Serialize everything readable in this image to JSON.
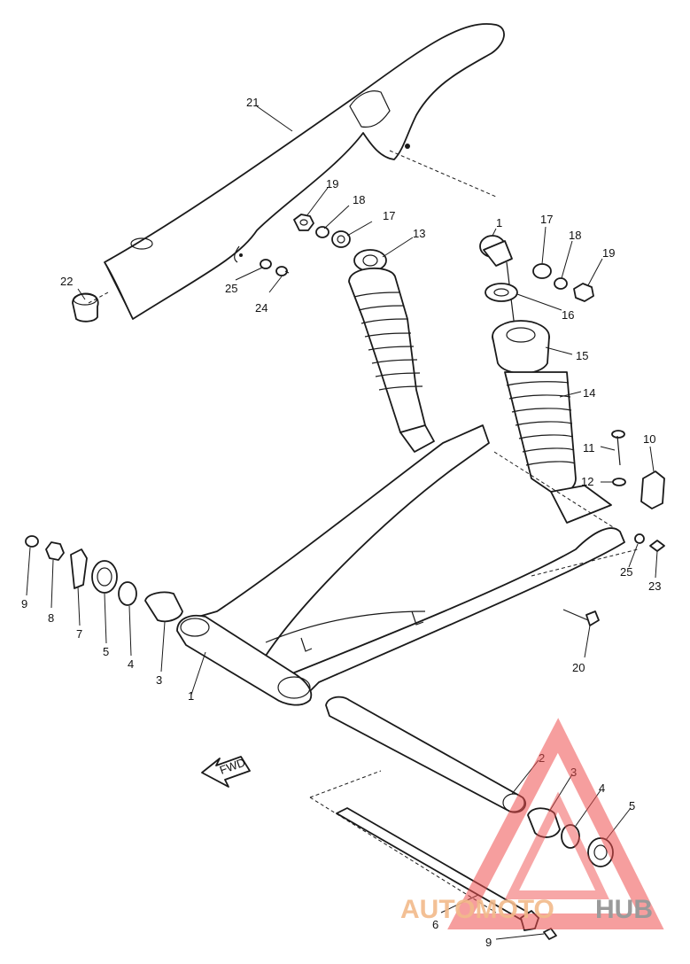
{
  "callouts": [
    {
      "id": "c21",
      "label": "21"
    },
    {
      "id": "c22",
      "label": "22"
    },
    {
      "id": "c25a",
      "label": "25"
    },
    {
      "id": "c24",
      "label": "24"
    },
    {
      "id": "c19a",
      "label": "19"
    },
    {
      "id": "c18a",
      "label": "18"
    },
    {
      "id": "c17a",
      "label": "17"
    },
    {
      "id": "c13",
      "label": "13"
    },
    {
      "id": "c1a",
      "label": "1"
    },
    {
      "id": "c17b",
      "label": "17"
    },
    {
      "id": "c18b",
      "label": "18"
    },
    {
      "id": "c19b",
      "label": "19"
    },
    {
      "id": "c16",
      "label": "16"
    },
    {
      "id": "c15",
      "label": "15"
    },
    {
      "id": "c14",
      "label": "14"
    },
    {
      "id": "c11",
      "label": "11"
    },
    {
      "id": "c10",
      "label": "10"
    },
    {
      "id": "c12",
      "label": "12"
    },
    {
      "id": "c25b",
      "label": "25"
    },
    {
      "id": "c23",
      "label": "23"
    },
    {
      "id": "c20",
      "label": "20"
    },
    {
      "id": "c9a",
      "label": "9"
    },
    {
      "id": "c8",
      "label": "8"
    },
    {
      "id": "c7",
      "label": "7"
    },
    {
      "id": "c5a",
      "label": "5"
    },
    {
      "id": "c4a",
      "label": "4"
    },
    {
      "id": "c3a",
      "label": "3"
    },
    {
      "id": "c1b",
      "label": "1"
    },
    {
      "id": "c2",
      "label": "2"
    },
    {
      "id": "c3b",
      "label": "3"
    },
    {
      "id": "c4b",
      "label": "4"
    },
    {
      "id": "c5b",
      "label": "5"
    },
    {
      "id": "c6",
      "label": "6"
    },
    {
      "id": "c9b",
      "label": "9"
    }
  ],
  "fwd_label": "FWD",
  "watermark": {
    "brand_part1": "AUTOMOTO",
    "brand_part2": "HUB",
    "color_part1": "#f2b98a",
    "color_part2": "#9a9a9a",
    "triangle_color": "#ef4f4f"
  }
}
